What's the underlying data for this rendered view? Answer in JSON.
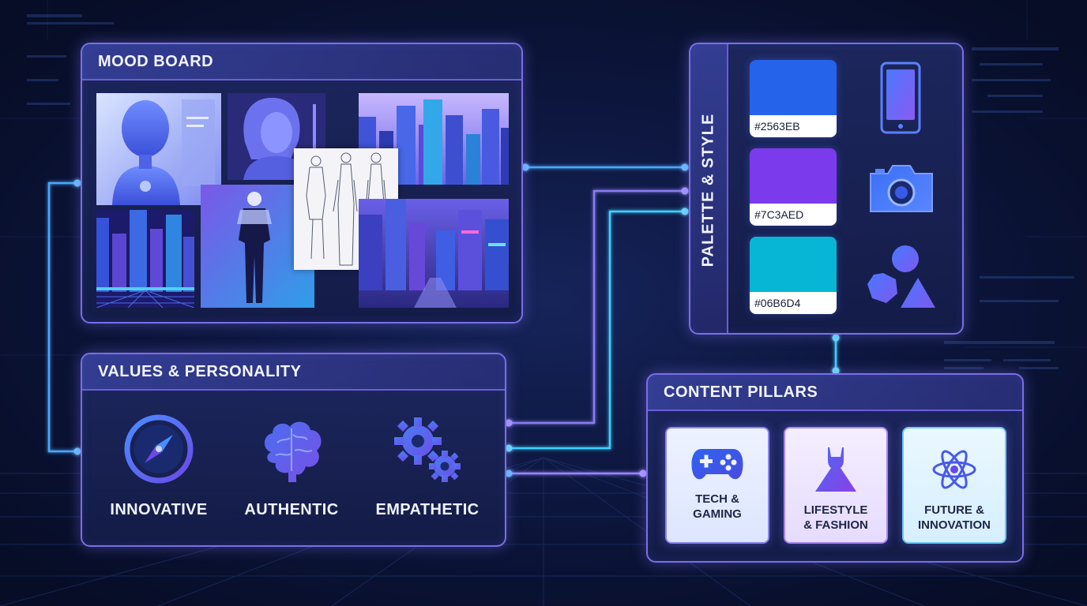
{
  "mood_board": {
    "title": "MOOD BOARD"
  },
  "values": {
    "title": "VALUES & PERSONALITY",
    "items": [
      {
        "label": "INNOVATIVE",
        "icon": "compass-icon"
      },
      {
        "label": "AUTHENTIC",
        "icon": "brain-icon"
      },
      {
        "label": "EMPATHETIC",
        "icon": "gears-icon"
      }
    ]
  },
  "palette": {
    "title": "PALETTE & STYLE",
    "swatches": [
      {
        "hex": "#2563EB",
        "color": "#2563eb"
      },
      {
        "hex": "#7C3AED",
        "color": "#7c3aed"
      },
      {
        "hex": "#06B6D4",
        "color": "#06b6d4"
      }
    ],
    "style_icons": [
      "smartphone-icon",
      "camera-icon",
      "shapes-icon"
    ]
  },
  "pillars": {
    "title": "CONTENT PILLARS",
    "items": [
      {
        "label": "TECH &\nGAMING",
        "icon": "gamepad-icon"
      },
      {
        "label": "LIFESTYLE\n& FASHION",
        "icon": "dress-icon"
      },
      {
        "label": "FUTURE &\nINNOVATION",
        "icon": "atom-icon"
      }
    ]
  },
  "colors": {
    "accent_blue": "#2563eb",
    "accent_violet": "#7c3aed",
    "accent_cyan": "#06b6d4",
    "panel_border": "#7a6ee8"
  }
}
